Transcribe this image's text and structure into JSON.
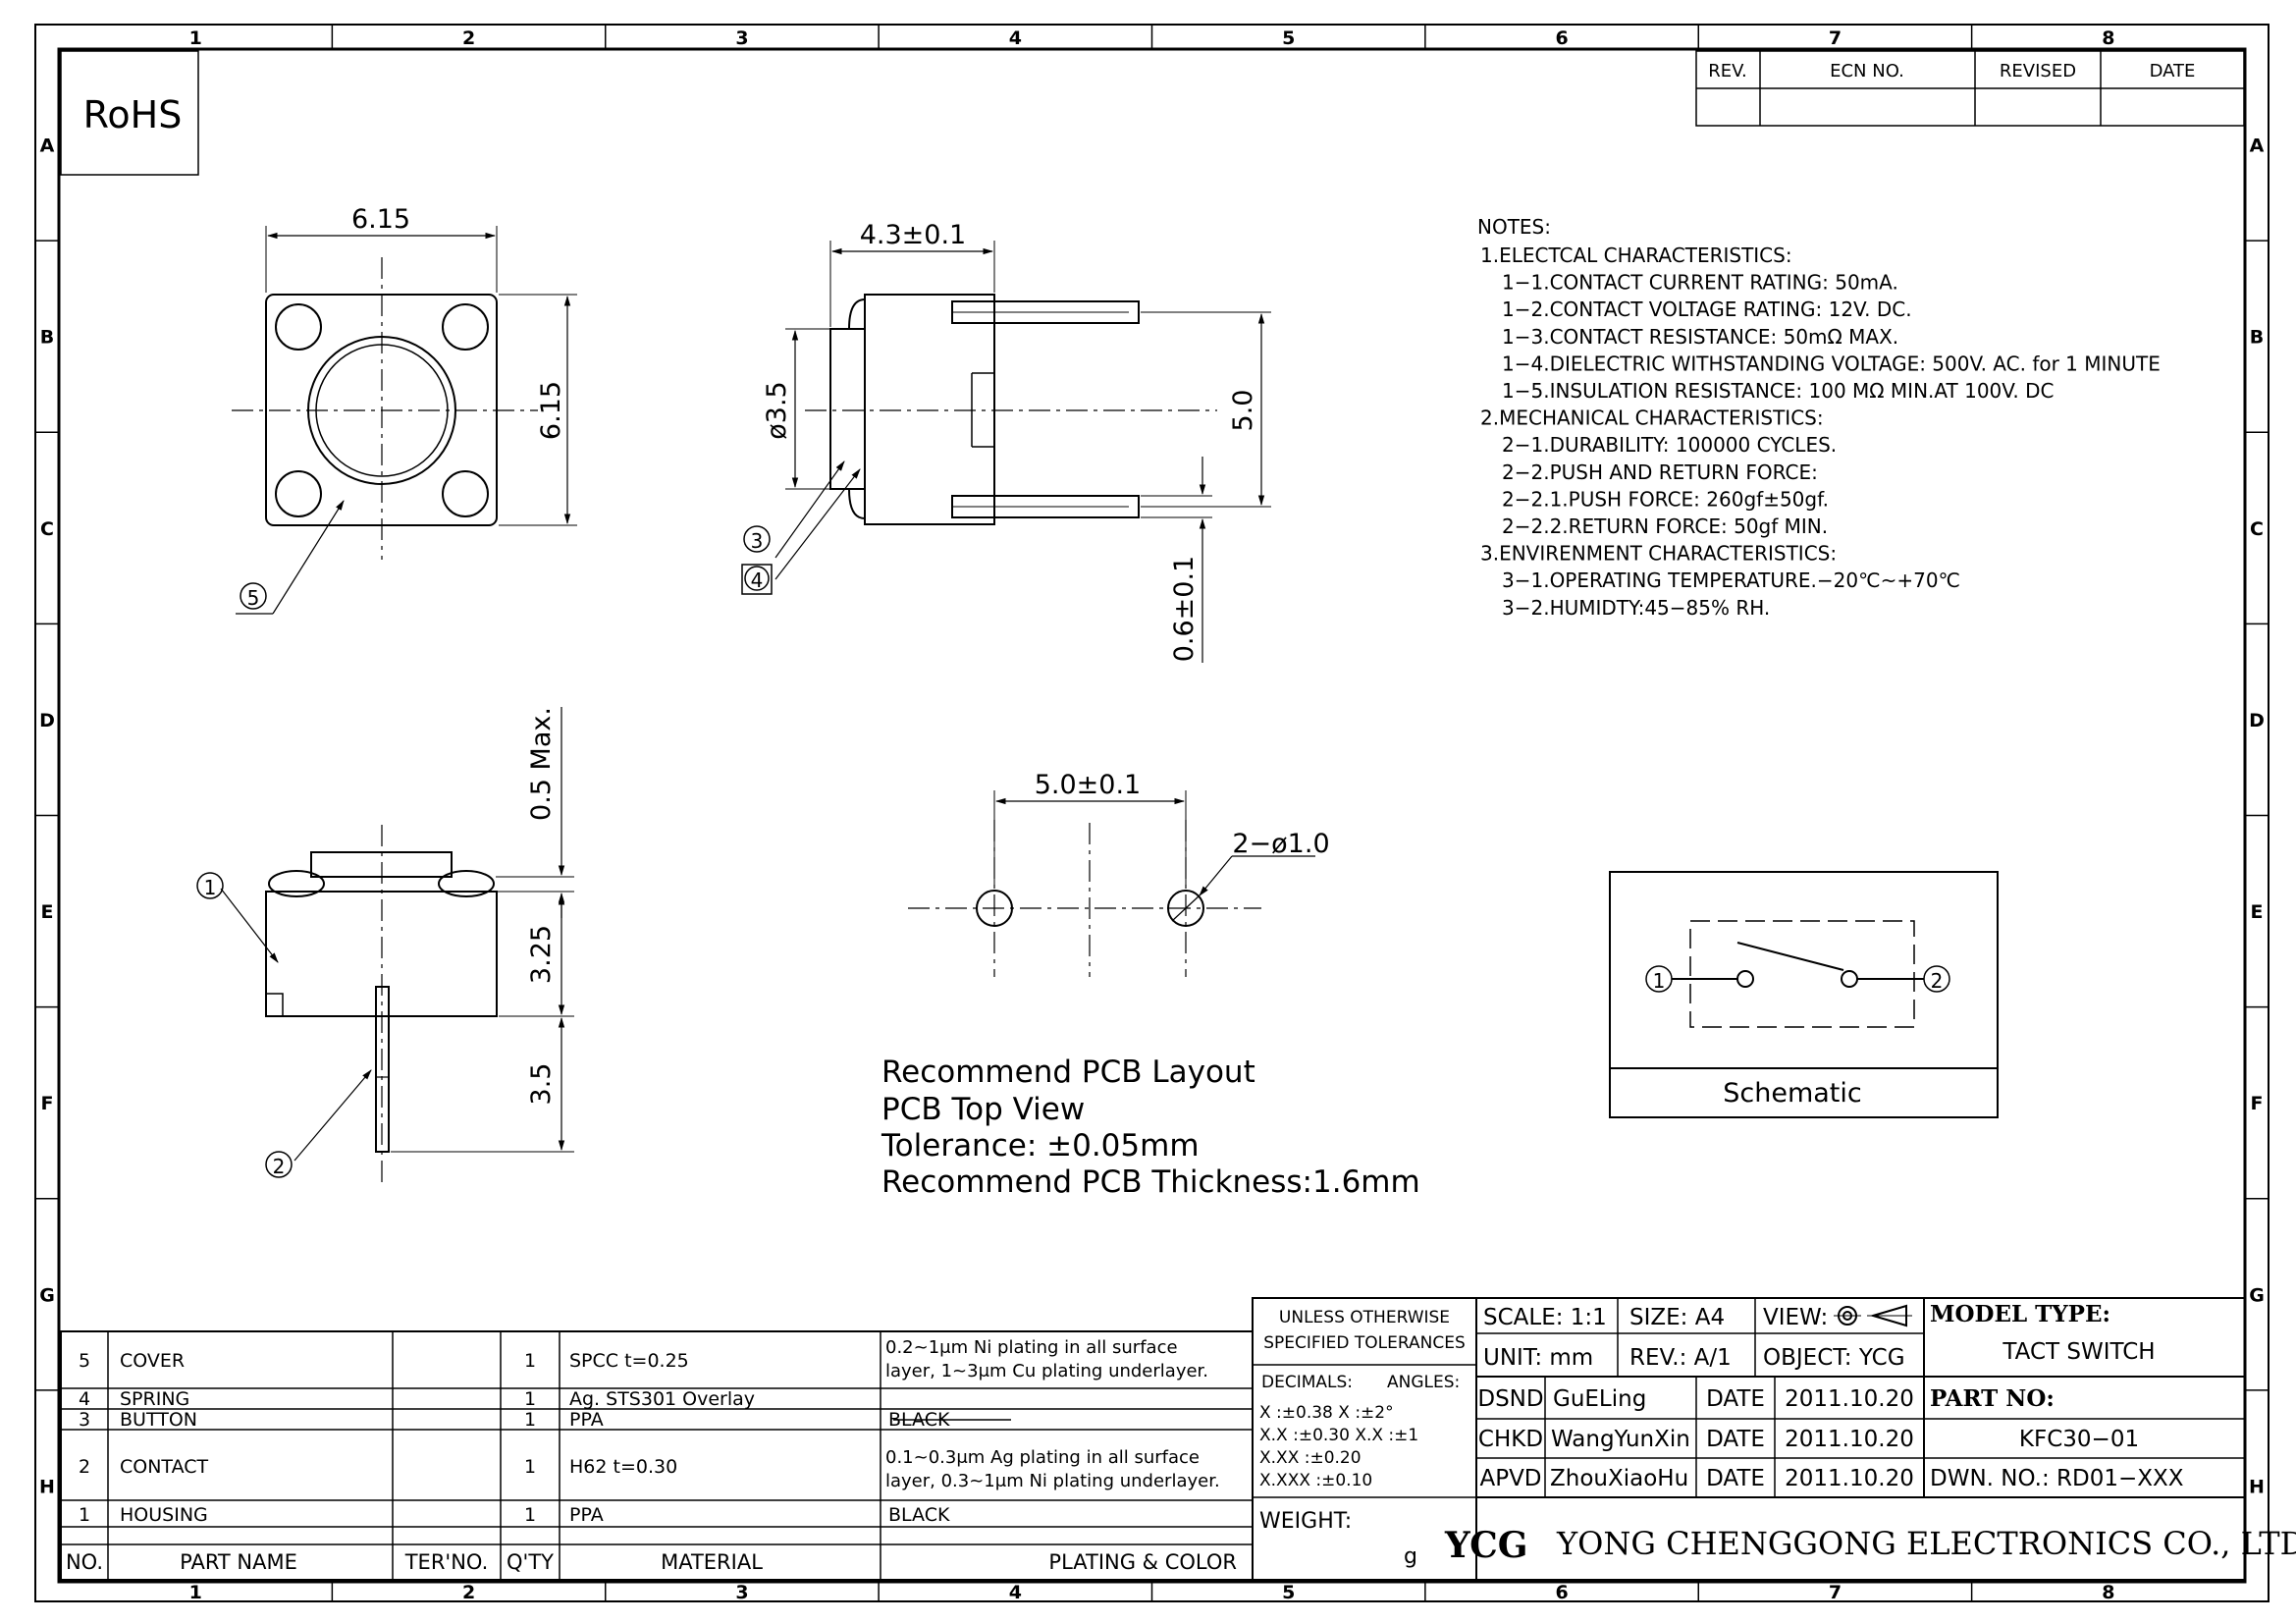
{
  "frame": {
    "columns": [
      "1",
      "2",
      "3",
      "4",
      "5",
      "6",
      "7",
      "8"
    ],
    "rows": [
      "A",
      "B",
      "C",
      "D",
      "E",
      "F",
      "G",
      "H"
    ]
  },
  "rohs": "RoHS",
  "revision_table": {
    "headers": [
      "REV.",
      "ECN NO.",
      "REVISED",
      "DATE"
    ]
  },
  "top_view": {
    "width_dim": "6.15",
    "height_dim": "6.15",
    "callout": "5"
  },
  "side_view": {
    "width_dim": "4.3±0.1",
    "diameter_dim": "ø3.5",
    "height_dim": "5.0",
    "pin_dim": "0.6±0.1",
    "callouts": [
      "3",
      "4"
    ]
  },
  "front_view": {
    "dims": [
      "0.5 Max.",
      "3.25",
      "3.5"
    ],
    "callouts": [
      "1",
      "2"
    ]
  },
  "pcb_layout": {
    "spacing_dim": "5.0±0.1",
    "hole_dim": "2−ø1.0",
    "lines": [
      "Recommend PCB Layout",
      "PCB Top View",
      "Tolerance: ±0.05mm",
      "Recommend PCB Thickness:1.6mm"
    ]
  },
  "schematic": {
    "label": "Schematic",
    "pins": [
      "1",
      "2"
    ]
  },
  "notes": {
    "title": "NOTES:",
    "lines": [
      "1.ELECTCAL CHARACTERISTICS:",
      "1−1.CONTACT CURRENT RATING:  50mA.",
      "1−2.CONTACT VOLTAGE RATING: 12V. DC.",
      "1−3.CONTACT RESISTANCE: 50mΩ MAX.",
      "1−4.DIELECTRIC WITHSTANDING VOLTAGE: 500V. AC. for 1 MINUTE",
      "1−5.INSULATION RESISTANCE: 100 MΩ MIN.AT 100V. DC",
      "2.MECHANICAL CHARACTERISTICS:",
      "2−1.DURABILITY: 100000 CYCLES.",
      "2−2.PUSH AND RETURN FORCE:",
      "2−2.1.PUSH FORCE:    260gf±50gf.",
      "2−2.2.RETURN FORCE: 50gf MIN.",
      "3.ENVIRENMENT CHARACTERISTICS:",
      "3−1.OPERATING TEMPERATURE.−20℃~+70℃",
      "3−2.HUMIDTY:45−85% RH."
    ]
  },
  "bom": {
    "headers": [
      "NO.",
      "PART NAME",
      "TER'NO.",
      "Q'TY",
      "MATERIAL",
      "PLATING & COLOR"
    ],
    "rows": [
      {
        "no": "5",
        "name": "COVER",
        "ter": "",
        "qty": "1",
        "material": "SPCC t=0.25",
        "plating": [
          "0.2~1μm Ni plating in all surface",
          "layer, 1~3μm Cu plating underlayer."
        ]
      },
      {
        "no": "4",
        "name": "SPRING",
        "ter": "",
        "qty": "1",
        "material": "Ag. STS301 Overlay",
        "plating": [
          "——————"
        ]
      },
      {
        "no": "3",
        "name": "BUTTON",
        "ter": "",
        "qty": "1",
        "material": "PPA",
        "plating": [
          "BLACK"
        ]
      },
      {
        "no": "2",
        "name": "CONTACT",
        "ter": "",
        "qty": "1",
        "material": "H62 t=0.30",
        "plating": [
          "0.1~0.3μm Ag plating in all surface",
          "layer, 0.3~1μm Ni plating underlayer."
        ]
      },
      {
        "no": "1",
        "name": "HOUSING",
        "ter": "",
        "qty": "1",
        "material": "PPA",
        "plating": [
          "BLACK"
        ]
      }
    ]
  },
  "tolerances": {
    "title": [
      "UNLESS OTHERWISE",
      "SPECIFIED TOLERANCES"
    ],
    "decimals_label": "DECIMALS:",
    "angles_label": "ANGLES:",
    "rows": [
      "X     :±0.38  X  :±2°",
      "X.X   :±0.30  X.X :±1",
      "X.XX  :±0.20",
      "X.XXX :±0.10"
    ],
    "weight_label": "WEIGHT:",
    "weight_unit": "g"
  },
  "title_block": {
    "scale": "SCALE: 1:1",
    "size": "SIZE: A4",
    "view": "VIEW:",
    "unit": "UNIT: mm",
    "rev": "REV.: A/1",
    "object": "OBJECT: YCG",
    "sign_rows": [
      {
        "role": "DSND",
        "name": "GuELing",
        "date_label": "DATE",
        "date": "2011.10.20"
      },
      {
        "role": "CHKD",
        "name": "WangYunXin",
        "date_label": "DATE",
        "date": "2011.10.20"
      },
      {
        "role": "APVD",
        "name": "ZhouXiaoHu",
        "date_label": "DATE",
        "date": "2011.10.20"
      }
    ],
    "model_type_label": "MODEL TYPE:",
    "model_type": "TACT SWITCH",
    "part_no_label": "PART NO:",
    "part_no": "KFC30−01",
    "dwn_no": "DWN. NO.: RD01−XXX",
    "company_logo": "YCG",
    "company": "YONG CHENGGONG ELECTRONICS CO., LTD."
  }
}
